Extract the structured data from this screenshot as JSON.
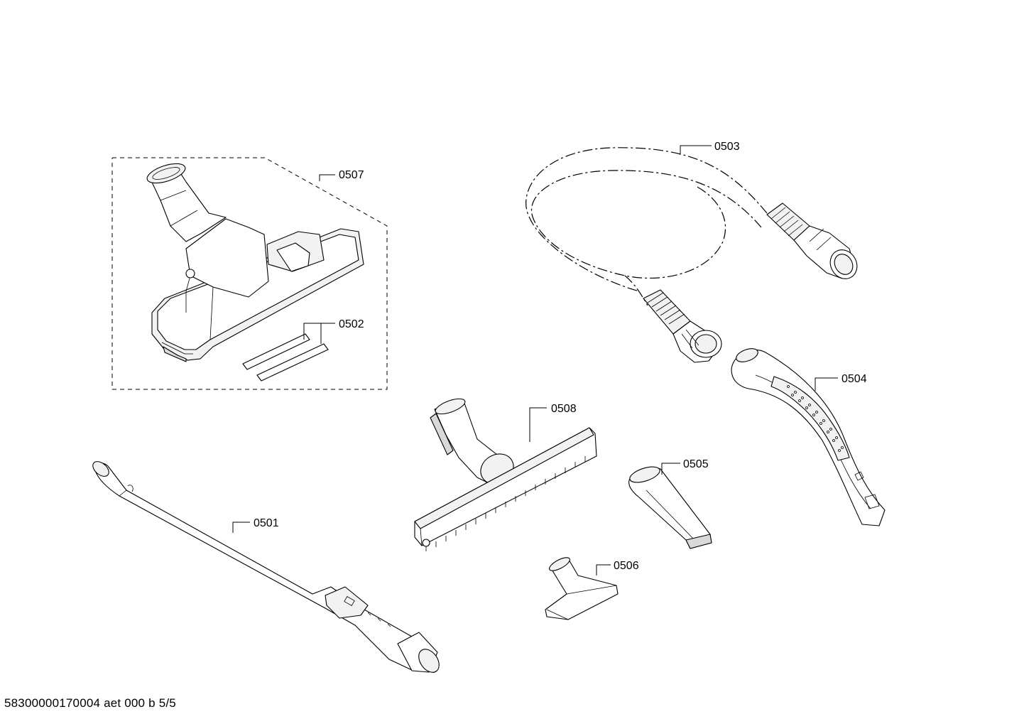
{
  "diagram": {
    "part_labels": {
      "p0501": "0501",
      "p0502": "0502",
      "p0503": "0503",
      "p0504": "0504",
      "p0505": "0505",
      "p0506": "0506",
      "p0507": "0507",
      "p0508": "0508"
    },
    "footer": "58300000170004 aet 000 b 5/5"
  }
}
